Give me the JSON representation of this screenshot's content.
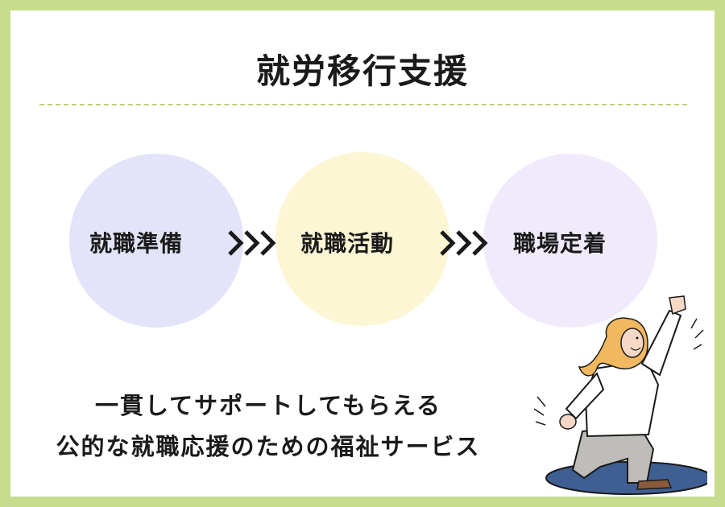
{
  "title": "就労移行支援",
  "steps": [
    {
      "label": "就職準備",
      "color": "#e3e3f9"
    },
    {
      "label": "就職活動",
      "color": "#fcf6d4"
    },
    {
      "label": "職場定着",
      "color": "#f0eafb"
    }
  ],
  "arrow_icon": "triple-chevron-right",
  "tagline": {
    "line1": "一貫してサポートしてもらえる",
    "line2": "公的な就職応援のための福祉サービス"
  },
  "colors": {
    "frame": "#c7dc8e",
    "divider": "#bcd17a",
    "text": "#1a1a1a"
  },
  "illustration": "woman-cheering-icon"
}
